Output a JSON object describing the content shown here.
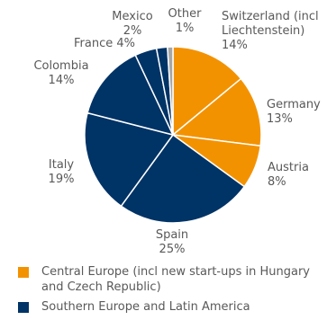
{
  "chart_data": {
    "type": "pie",
    "title": "",
    "slices": [
      {
        "label": "Switzerland (incl Liechtenstein)",
        "value": 14,
        "value_label": "14%",
        "group": "central"
      },
      {
        "label": "Germany",
        "value": 13,
        "value_label": "13%",
        "group": "central"
      },
      {
        "label": "Austria",
        "value": 8,
        "value_label": "8%",
        "group": "central"
      },
      {
        "label": "Spain",
        "value": 25,
        "value_label": "25%",
        "group": "southern"
      },
      {
        "label": "Italy",
        "value": 19,
        "value_label": "19%",
        "group": "southern"
      },
      {
        "label": "Colombia",
        "value": 14,
        "value_label": "14%",
        "group": "southern"
      },
      {
        "label": "France",
        "value": 4,
        "value_label": "4%",
        "group": "southern"
      },
      {
        "label": "Mexico",
        "value": 2,
        "value_label": "2%",
        "group": "southern"
      },
      {
        "label": "Other",
        "value": 1,
        "value_label": "1%",
        "group": "other"
      }
    ],
    "legend": [
      {
        "group": "central",
        "label": "Central Europe (incl new start-ups in Hungary and Czech Republic)"
      },
      {
        "group": "southern",
        "label": "Southern Europe and Latin America"
      }
    ],
    "legend_placement": "bottom",
    "colors": {
      "central": "#F39200",
      "southern": "#003366",
      "other": "#A6A6A6",
      "border": "#FFFFFF"
    }
  }
}
